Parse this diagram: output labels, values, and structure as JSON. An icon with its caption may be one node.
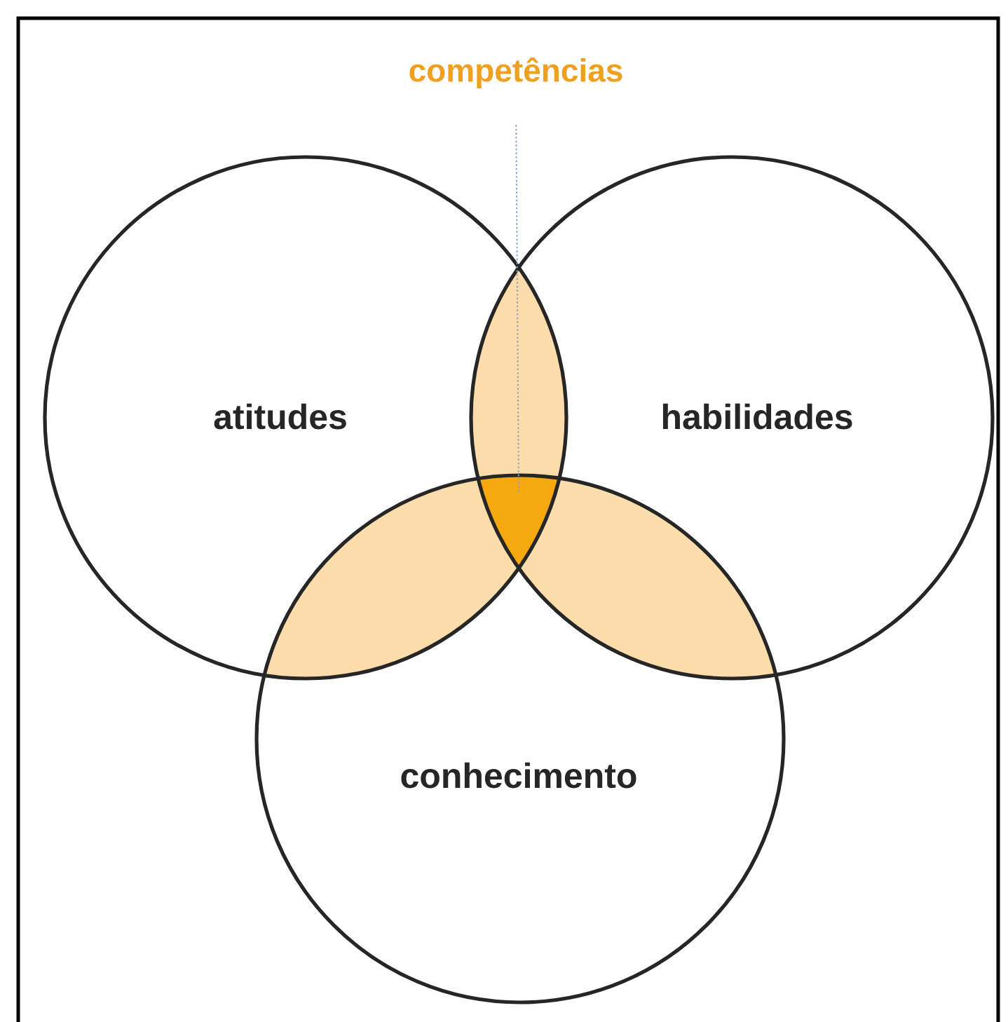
{
  "diagram": {
    "nodes": [
      {
        "text": [
          "competências"
        ]
      },
      {
        "text": [
          "atitudes"
        ]
      },
      {
        "text": [
          "habilidades"
        ]
      },
      {
        "text": [
          "conhecimento"
        ]
      },
      {
        "text": [],
        "shape": "triangle"
      }
    ],
    "edges": [
      {
        "from": 0,
        "to": 4,
        "arrow": "none",
        "style": "dashed"
      }
    ]
  }
}
